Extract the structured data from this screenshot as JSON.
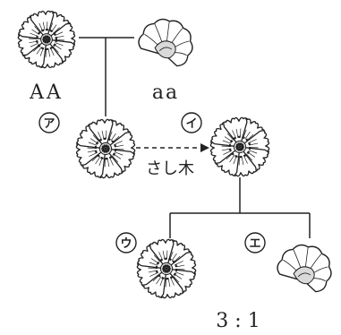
{
  "labels": {
    "parent_left": "AA",
    "parent_right": "aa",
    "marker_a": "ア",
    "marker_i": "イ",
    "marker_u": "ウ",
    "marker_e": "エ",
    "cutting": "さし木",
    "ratio": "3 : 1"
  },
  "colors": {
    "ink": "#222222",
    "petal_fill": "#ffffff",
    "shade": "#d9d9d9"
  },
  "icons": {
    "colored_flower": "flower-colored-icon",
    "white_flower": "flower-white-icon"
  }
}
